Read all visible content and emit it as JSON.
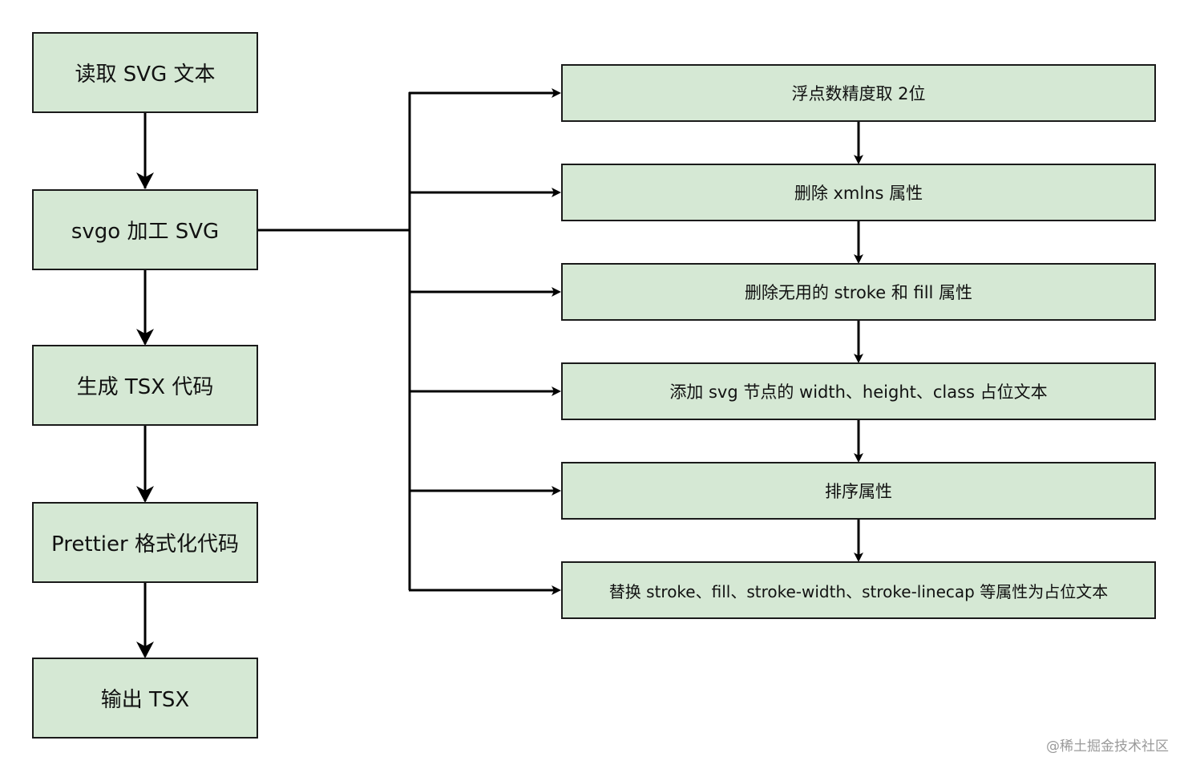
{
  "pipeline": {
    "steps": [
      {
        "label": "读取 SVG 文本"
      },
      {
        "label": "svgo 加工 SVG"
      },
      {
        "label": "生成 TSX 代码"
      },
      {
        "label": "Prettier 格式化代码"
      },
      {
        "label": "输出 TSX"
      }
    ]
  },
  "svgo_plugins": {
    "items": [
      {
        "label": "浮点数精度取 2位"
      },
      {
        "label": "删除 xmlns 属性"
      },
      {
        "label": "删除无用的 stroke 和 fill 属性"
      },
      {
        "label": "添加 svg 节点的 width、height、class 占位文本"
      },
      {
        "label": "排序属性"
      },
      {
        "label": "替换 stroke、fill、stroke-width、stroke-linecap 等属性为占位文本"
      }
    ]
  },
  "watermark": "@稀土掘金技术社区",
  "colors": {
    "box_fill": "#d5e8d4",
    "stroke": "#000000"
  }
}
